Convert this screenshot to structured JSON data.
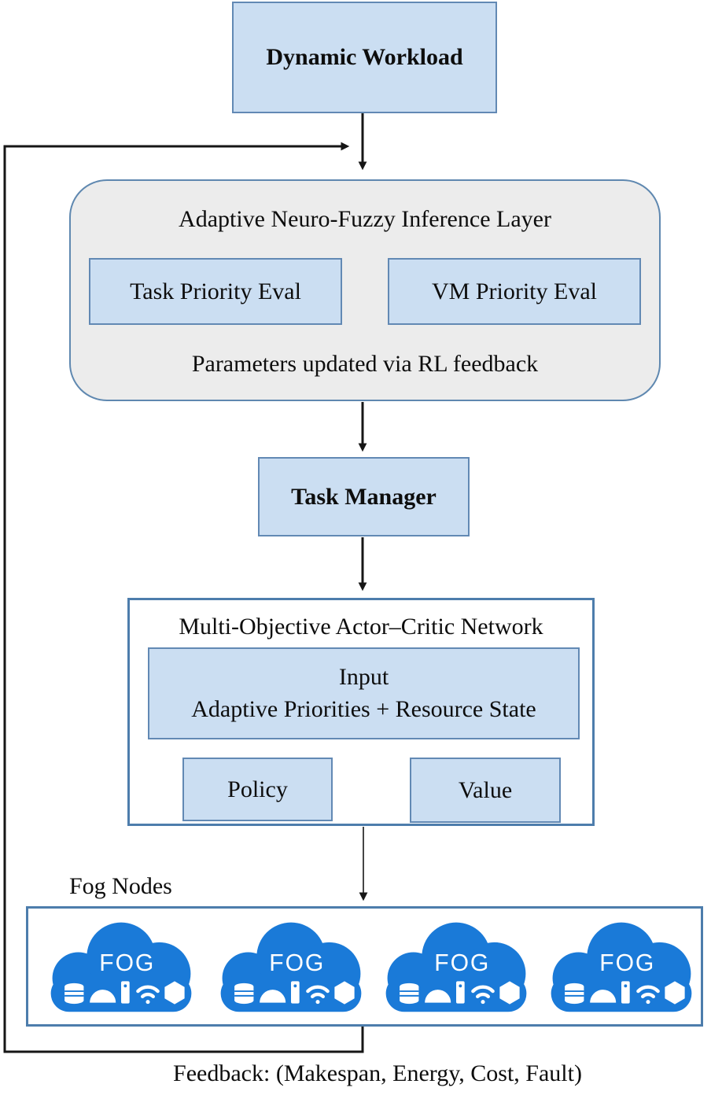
{
  "diagram": {
    "dynamic_workload": {
      "label": "Dynamic Workload"
    },
    "anfis": {
      "title": "Adaptive Neuro-Fuzzy Inference Layer",
      "task_priority_eval": "Task Priority Eval",
      "vm_priority_eval": "VM Priority Eval",
      "note": "Parameters updated via RL feedback"
    },
    "task_manager": {
      "label": "Task Manager"
    },
    "actor_critic": {
      "title": "Multi-Objective Actor–Critic Network",
      "input_title": "Input",
      "input_subtitle": "Adaptive Priorities + Resource State",
      "policy": "Policy",
      "value": "Value"
    },
    "fog": {
      "section_label": "Fog Nodes",
      "nodes": [
        {
          "label": "FOG"
        },
        {
          "label": "FOG"
        },
        {
          "label": "FOG"
        },
        {
          "label": "FOG"
        }
      ],
      "cloud_icons": [
        "database-icon",
        "dome-icon",
        "server-icon",
        "wifi-icon",
        "hexagon-icon"
      ]
    },
    "feedback": {
      "label": "Feedback: (Makespan, Energy, Cost, Fault)"
    }
  },
  "colors": {
    "node_fill": "#cbdef2",
    "node_border": "#6289b4",
    "anfis_fill": "#ececec",
    "container_border": "#4d7dac",
    "cloud_blue": "#1a7ad8",
    "connector": "#161616"
  }
}
